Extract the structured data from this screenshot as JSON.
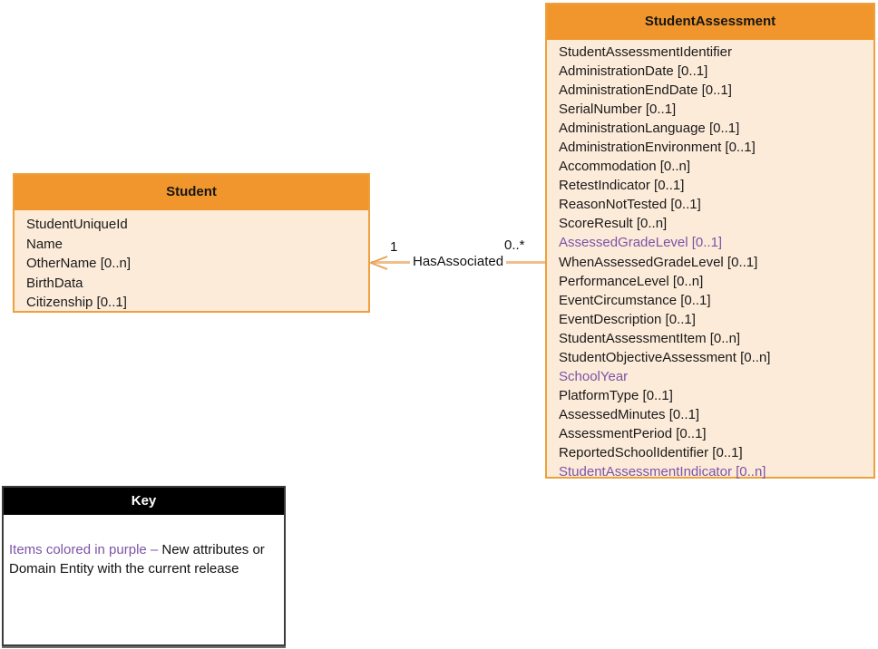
{
  "colors": {
    "header_orange": "#F0962D",
    "body_peach": "#FCEBD9",
    "border_orange": "#EFA03C",
    "line_orange": "#F2BE8C",
    "arrow_orange": "#E8A35C",
    "purple": "#7D53A8",
    "key_header_bg": "#000000"
  },
  "entities": {
    "student": {
      "title": "Student",
      "attributes": [
        {
          "text": "StudentUniqueId",
          "purple": false
        },
        {
          "text": "Name",
          "purple": false
        },
        {
          "text": "OtherName [0..n]",
          "purple": false
        },
        {
          "text": "BirthData",
          "purple": false
        },
        {
          "text": "Citizenship [0..1]",
          "purple": false
        }
      ]
    },
    "student_assessment": {
      "title": "StudentAssessment",
      "attributes": [
        {
          "text": "StudentAssessmentIdentifier",
          "purple": false
        },
        {
          "text": "AdministrationDate [0..1]",
          "purple": false
        },
        {
          "text": "AdministrationEndDate [0..1]",
          "purple": false
        },
        {
          "text": "SerialNumber [0..1]",
          "purple": false
        },
        {
          "text": "AdministrationLanguage [0..1]",
          "purple": false
        },
        {
          "text": "AdministrationEnvironment [0..1]",
          "purple": false
        },
        {
          "text": "Accommodation [0..n]",
          "purple": false
        },
        {
          "text": "RetestIndicator [0..1]",
          "purple": false
        },
        {
          "text": "ReasonNotTested [0..1]",
          "purple": false
        },
        {
          "text": "ScoreResult [0..n]",
          "purple": false
        },
        {
          "text": "AssessedGradeLevel [0..1]",
          "purple": true
        },
        {
          "text": "WhenAssessedGradeLevel [0..1]",
          "purple": false
        },
        {
          "text": "PerformanceLevel [0..n]",
          "purple": false
        },
        {
          "text": "EventCircumstance [0..1]",
          "purple": false
        },
        {
          "text": "EventDescription [0..1]",
          "purple": false
        },
        {
          "text": "StudentAssessmentItem [0..n]",
          "purple": false
        },
        {
          "text": "StudentObjectiveAssessment [0..n]",
          "purple": false
        },
        {
          "text": "SchoolYear",
          "purple": true
        },
        {
          "text": "PlatformType [0..1]",
          "purple": false
        },
        {
          "text": "AssessedMinutes [0..1]",
          "purple": false
        },
        {
          "text": "AssessmentPeriod [0..1]",
          "purple": false
        },
        {
          "text": "ReportedSchoolIdentifier [0..1]",
          "purple": false
        },
        {
          "text": "StudentAssessmentIndicator [0..n]",
          "purple": true
        }
      ]
    }
  },
  "relationship": {
    "label": "HasAssociated",
    "from_cardinality": "1",
    "to_cardinality": "0..*"
  },
  "key": {
    "title": "Key",
    "purple_text": "Items colored in purple – ",
    "black_text_line1": "New attributes or",
    "black_text_line2": "Domain Entity with the current release"
  }
}
